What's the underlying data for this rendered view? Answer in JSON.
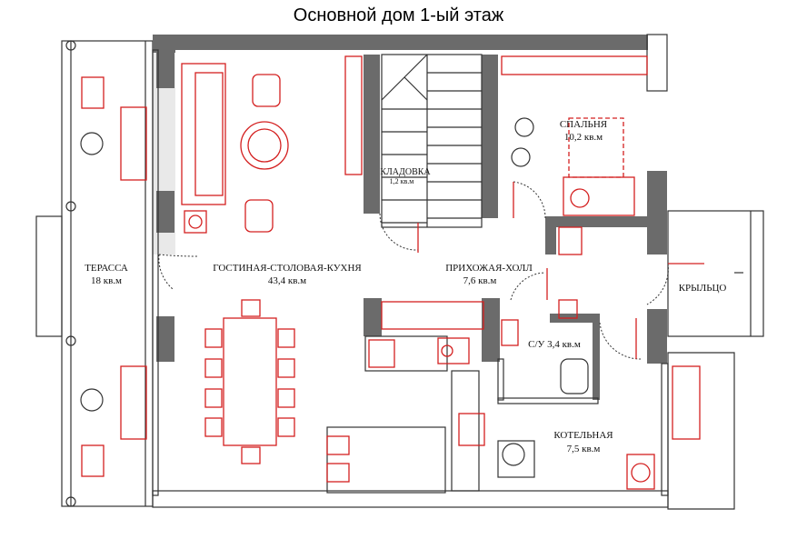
{
  "title": "Основной дом  1-ый этаж",
  "rooms": {
    "terrace": {
      "name": "ТЕРАССА",
      "area": "18 кв.м"
    },
    "living": {
      "name": "ГОСТИНАЯ-СТОЛОВАЯ-КУХНЯ",
      "area": "43,4 кв.м"
    },
    "storage": {
      "name": "КЛАДОВКА",
      "area": "1,2 кв.м"
    },
    "bedroom": {
      "name": "СПАЛЬНЯ",
      "area": "10,2 кв.м"
    },
    "hall": {
      "name": "ПРИХОЖАЯ-ХОЛЛ",
      "area": "7,6 кв.м"
    },
    "porch": {
      "name": "КРЫЛЬЦО"
    },
    "bathroom": {
      "name": "С/У 3,4 кв.м"
    },
    "boiler": {
      "name": "КОТЕЛЬНАЯ",
      "area": "7,5 кв.м"
    }
  },
  "colors": {
    "wall": "#6b6b6b",
    "furniture": "#d42020"
  }
}
